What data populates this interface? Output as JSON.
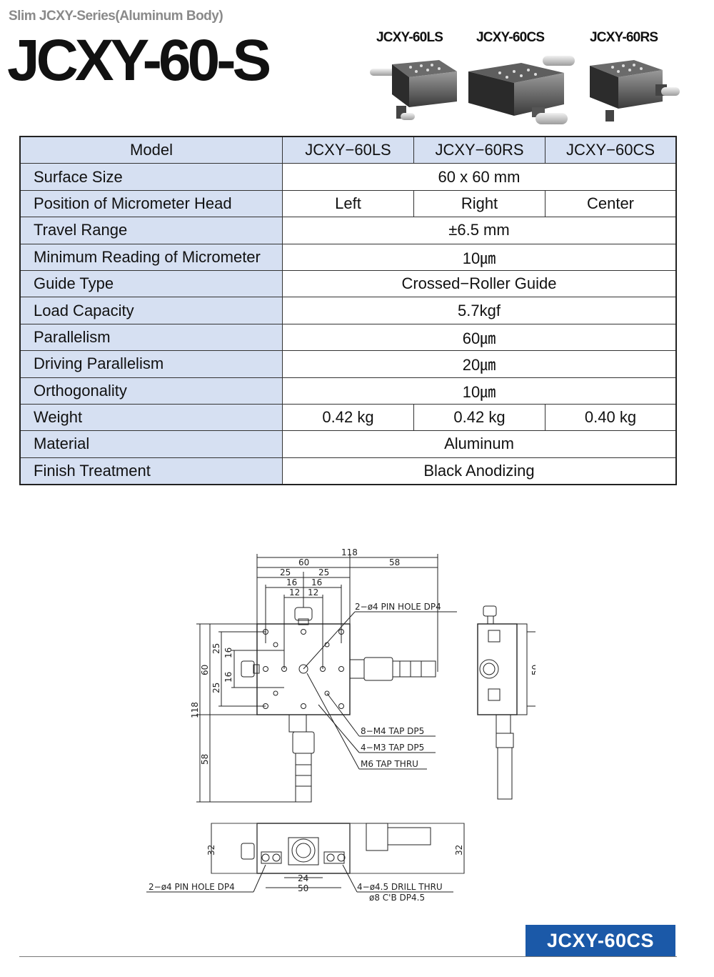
{
  "header": {
    "subtitle": "Slim JCXY-Series(Aluminum Body)",
    "title": "JCXY-60-S"
  },
  "photos": [
    {
      "label": "JCXY-60LS"
    },
    {
      "label": "JCXY-60CS"
    },
    {
      "label": "JCXY-60RS"
    }
  ],
  "spec_table": {
    "header": {
      "label": "Model",
      "models": [
        "JCXY−60LS",
        "JCXY−60RS",
        "JCXY−60CS"
      ]
    },
    "rows": [
      {
        "label": "Surface Size",
        "value": "60 x 60 mm"
      },
      {
        "label": "Position of Micrometer Head",
        "values": [
          "Left",
          "Right",
          "Center"
        ]
      },
      {
        "label": "Travel Range",
        "value": "±6.5 mm"
      },
      {
        "label": "Minimum Reading of Micrometer",
        "value": "10㎛"
      },
      {
        "label": "Guide Type",
        "value": "Crossed−Roller Guide"
      },
      {
        "label": "Load Capacity",
        "value": "5.7kgf"
      },
      {
        "label": "Parallelism",
        "value": "60㎛"
      },
      {
        "label": "Driving Parallelism",
        "value": "20㎛"
      },
      {
        "label": "Orthogonality",
        "value": "10㎛"
      },
      {
        "label": "Weight",
        "values": [
          "0.42 kg",
          "0.42 kg",
          "0.40 kg"
        ]
      },
      {
        "label": "Material",
        "value": "Aluminum"
      },
      {
        "label": "Finish Treatment",
        "value": "Black Anodizing"
      }
    ]
  },
  "drawing": {
    "top": {
      "d118": "118",
      "d60": "60",
      "d58": "58",
      "d25a": "25",
      "d25b": "25",
      "d16a": "16",
      "d16b": "16",
      "d12a": "12",
      "d12b": "12"
    },
    "left": {
      "d118": "118",
      "d60": "60",
      "d58": "58",
      "d25a": "25",
      "d25b": "25",
      "d16a": "16",
      "d16b": "16"
    },
    "side": {
      "d50": "50"
    },
    "bottom": {
      "d32a": "32",
      "d32b": "32",
      "d24": "24",
      "d50": "50"
    },
    "callouts": {
      "pin_hole_top": "2−ø4  PIN  HOLE  DP4",
      "m4": "8−M4  TAP  DP5",
      "m3": "4−M3  TAP  DP5",
      "m6": "M6  TAP  THRU",
      "pin_hole_bottom": "2−ø4  PIN  HOLE  DP4",
      "drill": "4−ø4.5  DRILL  THRU",
      "counterbore": "ø8  C'B  DP4.5"
    }
  },
  "footer": {
    "badge": "JCXY-60CS"
  }
}
